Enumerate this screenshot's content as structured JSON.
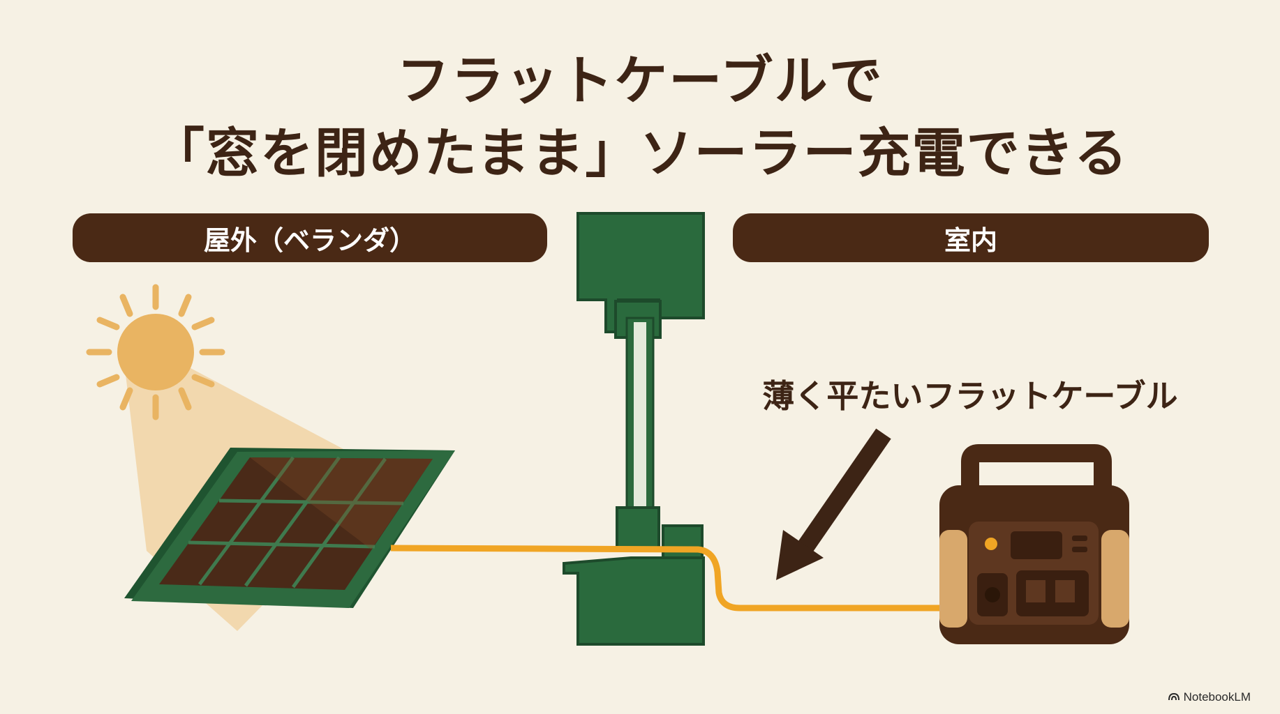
{
  "title": {
    "line1": "フラットケーブルで",
    "line2": "「窓を閉めたまま」ソーラー充電できる"
  },
  "labels": {
    "outdoor": "屋外（ベランダ）",
    "indoor": "室内",
    "cable": "薄く平たいフラットケーブル"
  },
  "footer": {
    "brand": "NotebookLM"
  },
  "colors": {
    "background": "#f6f1e4",
    "dark_brown": "#4a2915",
    "frame_green": "#2a6a3d",
    "cable_orange": "#f0a524",
    "sun": "#e9b462"
  }
}
